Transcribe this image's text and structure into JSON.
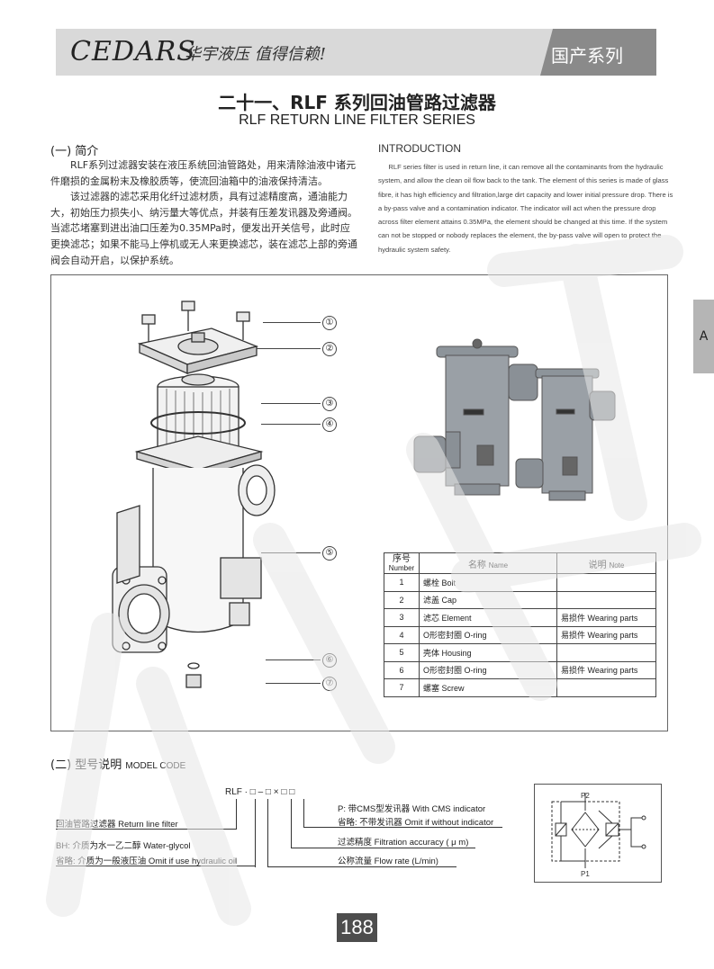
{
  "header": {
    "brand": "CEDARS",
    "slogan": "华宇液压 值得信赖!",
    "series_tag": "国产系列"
  },
  "title": {
    "cn": "二十一、RLF 系列回油管路过滤器",
    "en": "RLF RETURN LINE FILTER SERIES"
  },
  "intro": {
    "cn_heading": "(一) 简介",
    "cn_p1": "RLF系列过滤器安装在液压系统回油管路处，用来清除油液中诸元件磨损的金属粉末及橡胶质等，使流回油箱中的油液保持清洁。",
    "cn_p2": "该过滤器的滤芯采用化纤过滤材质，具有过滤精度高，通油能力大，初始压力损失小、纳污量大等优点，并装有压差发讯器及旁通阀。当滤芯堵塞到进出油口压差为0.35MPa时，便发出开关信号，此时应更换滤芯；如果不能马上停机或无人来更换滤芯，装在滤芯上部的旁通阀会自动开启，以保护系统。",
    "en_heading": "INTRODUCTION",
    "en_text": "RLF series filter is used in return line, it can remove all the contaminants from the hydraulic system, and allow the clean oil flow back to the tank. The element of this series is made of glass fibre, it has high efficiency and filtration,large dirt capacity and lower initial pressure drop. There is a by-pass valve and a contamination indicator. The indicator will act when the pressure drop across filter element attains 0.35MPa, the element should be changed at this time. If the system can not be stopped or nobody replaces the element, the by-pass valve will open to protect the hydraulic system safety."
  },
  "side_tab": "A",
  "callouts": [
    "①",
    "②",
    "③",
    "④",
    "⑤",
    "⑥",
    "⑦"
  ],
  "parts_table": {
    "headers": {
      "no_cn": "序号",
      "no_en": "Number",
      "name_cn": "名称",
      "name_en": "Name",
      "note_cn": "说明",
      "note_en": "Note"
    },
    "rows": [
      {
        "no": "1",
        "name_cn": "螺栓",
        "name_en": "Bolt",
        "note_cn": "",
        "note_en": ""
      },
      {
        "no": "2",
        "name_cn": "滤盖",
        "name_en": "Cap",
        "note_cn": "",
        "note_en": ""
      },
      {
        "no": "3",
        "name_cn": "滤芯",
        "name_en": "Element",
        "note_cn": "易损件",
        "note_en": "Wearing parts"
      },
      {
        "no": "4",
        "name_cn": "O形密封圈",
        "name_en": "O-ring",
        "note_cn": "易损件",
        "note_en": "Wearing parts"
      },
      {
        "no": "5",
        "name_cn": "壳体",
        "name_en": "Housing",
        "note_cn": "",
        "note_en": ""
      },
      {
        "no": "6",
        "name_cn": "O形密封圈",
        "name_en": "O-ring",
        "note_cn": "易损件",
        "note_en": "Wearing parts"
      },
      {
        "no": "7",
        "name_cn": "螺塞",
        "name_en": "Screw",
        "note_cn": "",
        "note_en": ""
      }
    ]
  },
  "model_code": {
    "heading": "(二) 型号说明",
    "heading_en": "MODEL CODE",
    "code": "RLF · □ – □ × □ □",
    "p_option": "P: 带CMS型发讯器",
    "p_option_en": "With CMS indicator",
    "omit_indicator": "省略: 不带发讯器",
    "omit_indicator_en": "Omit if without indicator",
    "return_filter": "回油管路过滤器",
    "return_filter_en": "Return line filter",
    "filtration": "过滤精度",
    "filtration_en": "Filtration accuracy ( μ m)",
    "bh": "BH: 介质为水一乙二醇",
    "bh_en": "Water-glycol",
    "omit_medium": "省略: 介质为一般液压油",
    "omit_medium_en": "Omit if use hydraulic oil",
    "flow": "公称流量",
    "flow_en": "Flow rate (L/min)"
  },
  "schematic": {
    "p2": "P2",
    "p1": "P1"
  },
  "page_number": "188",
  "colors": {
    "header_bg": "#d9d9d9",
    "series_bg": "#8a8a8a",
    "housing": "#9aa0a6",
    "page_badge": "#4d4d4d"
  }
}
